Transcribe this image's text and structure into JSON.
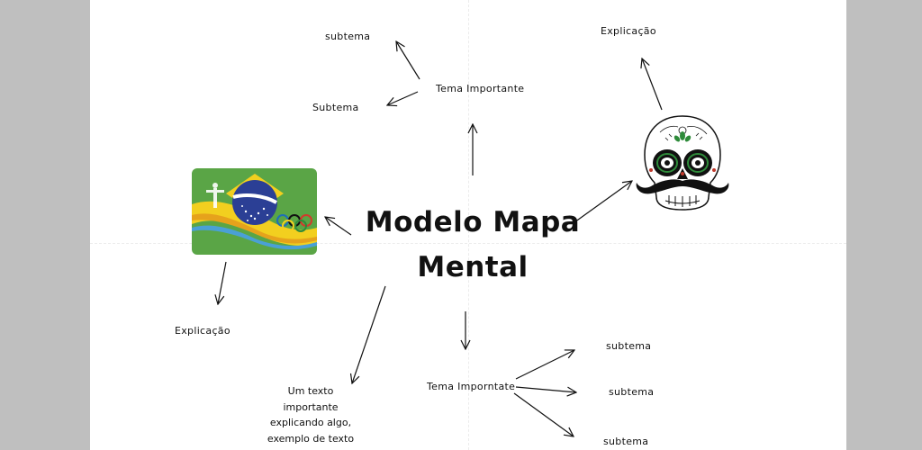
{
  "mindmap": {
    "central_title": "Modelo Mapa Mental",
    "top": {
      "topic": "Tema Importante",
      "subtopic_1": "subtema",
      "subtopic_2": "Subtema"
    },
    "top_right": {
      "label": "Explicação",
      "icon": "sugar-skull-mustache-image"
    },
    "left": {
      "label": "Explicação",
      "icon": "brazil-olympic-flag-image"
    },
    "bottom": {
      "topic": "Tema Imporntate",
      "subtopic_1": "subtema",
      "subtopic_2": "subtema",
      "subtopic_3": "subtema"
    },
    "bottom_left_text": "Um texto importante explicando algo, exemplo de texto"
  },
  "colors": {
    "canvas": "#bfbfbf",
    "page": "#ffffff",
    "ink": "#111111",
    "flag_green": "#5aa546",
    "flag_yellow": "#f2cf1f",
    "flag_blue": "#2b3f95"
  }
}
